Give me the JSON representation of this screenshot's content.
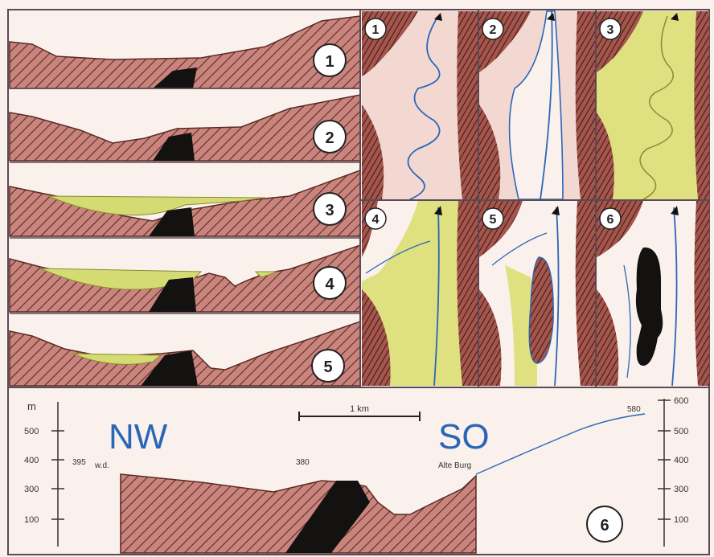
{
  "cross_sections": {
    "steps": [
      "1",
      "2",
      "3",
      "4",
      "5"
    ]
  },
  "map_panels": {
    "steps": [
      "1",
      "2",
      "3",
      "4",
      "5",
      "6"
    ]
  },
  "profile": {
    "direction_left": "NW",
    "direction_right": "SO",
    "scale_bar_label": "1 km",
    "left_axis_unit": "m",
    "left_axis_ticks": [
      "500",
      "400",
      "300",
      "100"
    ],
    "right_axis_ticks": [
      "600",
      "500",
      "400",
      "300",
      "100"
    ],
    "annotations": [
      "395",
      "w.d.",
      "380",
      "Alte Burg",
      "580"
    ],
    "step_label": "6"
  },
  "colors": {
    "rock": "#c9857d",
    "rock_dark": "#a4554c",
    "hatch": "#5a2a25",
    "sediment": "#d5db73",
    "water": "#2a66b8",
    "coal": "#141111",
    "background": "#fbf1ec"
  }
}
